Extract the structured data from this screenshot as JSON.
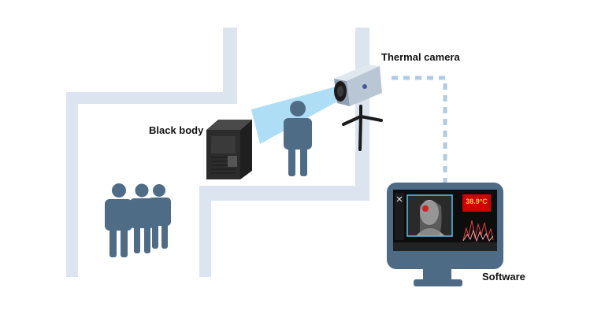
{
  "labels": {
    "thermal_camera": "Thermal camera",
    "black_body": "Black body",
    "software": "Software",
    "temperature_reading": "38.9°C"
  },
  "colors": {
    "walls": "#dbe4ef",
    "person": "#4f6c87",
    "fov_beam": "#9fd8f3",
    "monitor_frame": "#4e6b86",
    "reading_bg": "#d10000",
    "reading_text": "#ffd24d",
    "dotted_link": "#aecbe6"
  },
  "icons": [
    "person-icon",
    "thermal-camera-icon",
    "black-body-icon",
    "monitor-icon",
    "tripod-icon"
  ]
}
